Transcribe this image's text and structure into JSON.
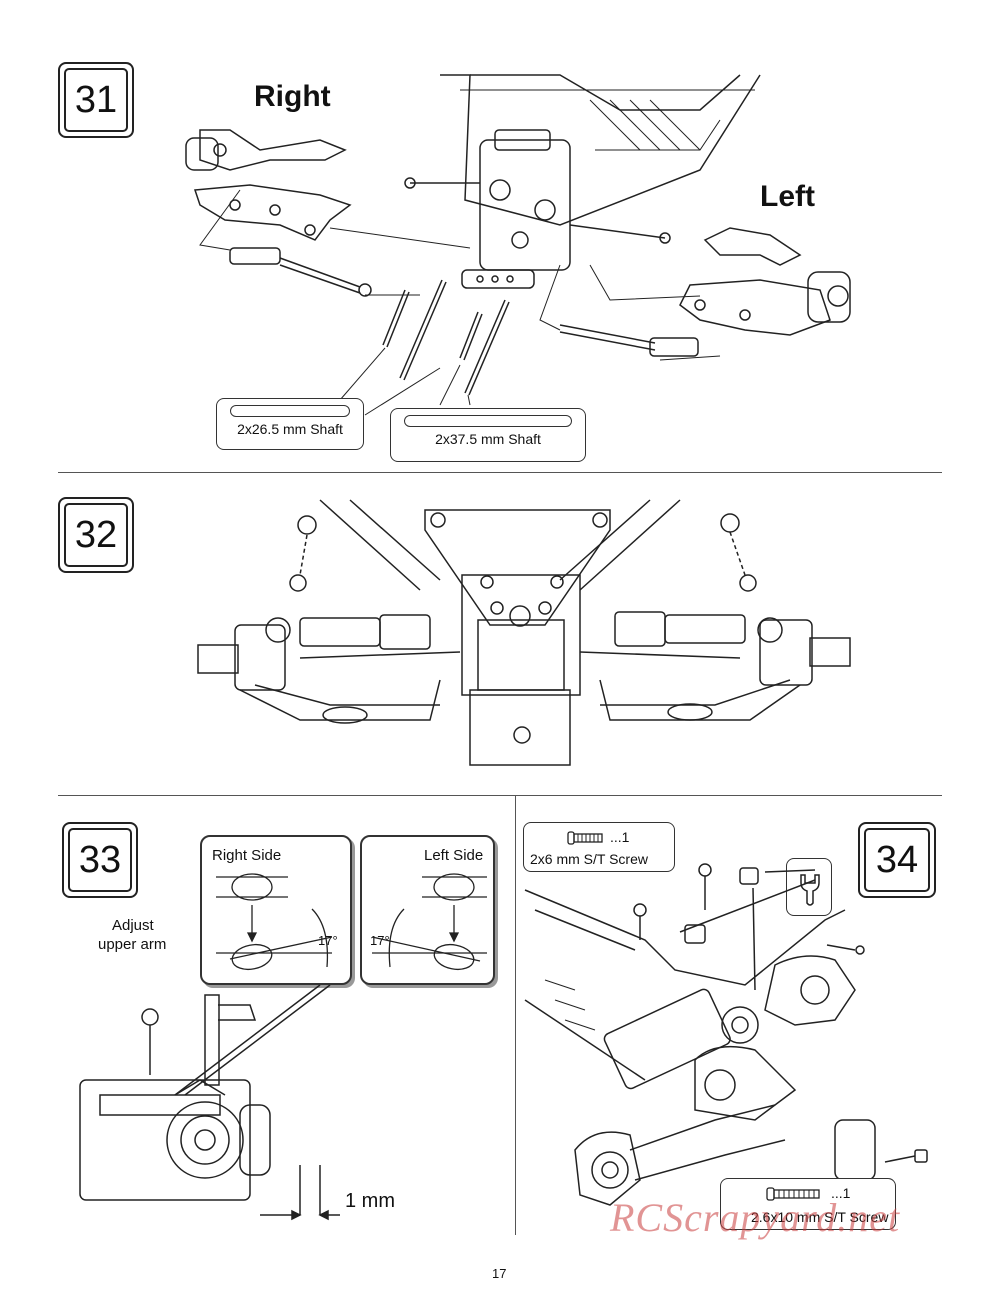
{
  "steps": {
    "s31": "31",
    "s32": "32",
    "s33": "33",
    "s34": "34"
  },
  "step31": {
    "right_label": "Right",
    "left_label": "Left",
    "shaft_short": "2x26.5 mm Shaft",
    "shaft_long": "2x37.5 mm Shaft"
  },
  "step33": {
    "adjust_text_1": "Adjust",
    "adjust_text_2": "upper arm",
    "right_side": "Right Side",
    "left_side": "Left Side",
    "angle_right": "17°",
    "angle_left": "17°",
    "gap": "1 mm"
  },
  "step34": {
    "screw1_qty": "...1",
    "screw1_name": "2x6 mm S/T Screw",
    "screw2_qty": "...1",
    "screw2_name": "2.6x10 mm S/T Screw"
  },
  "page_number": "17",
  "watermark": "RCScrapyard.net",
  "colors": {
    "line": "#222222",
    "divider": "#555555",
    "watermark": "#c83c3c"
  }
}
